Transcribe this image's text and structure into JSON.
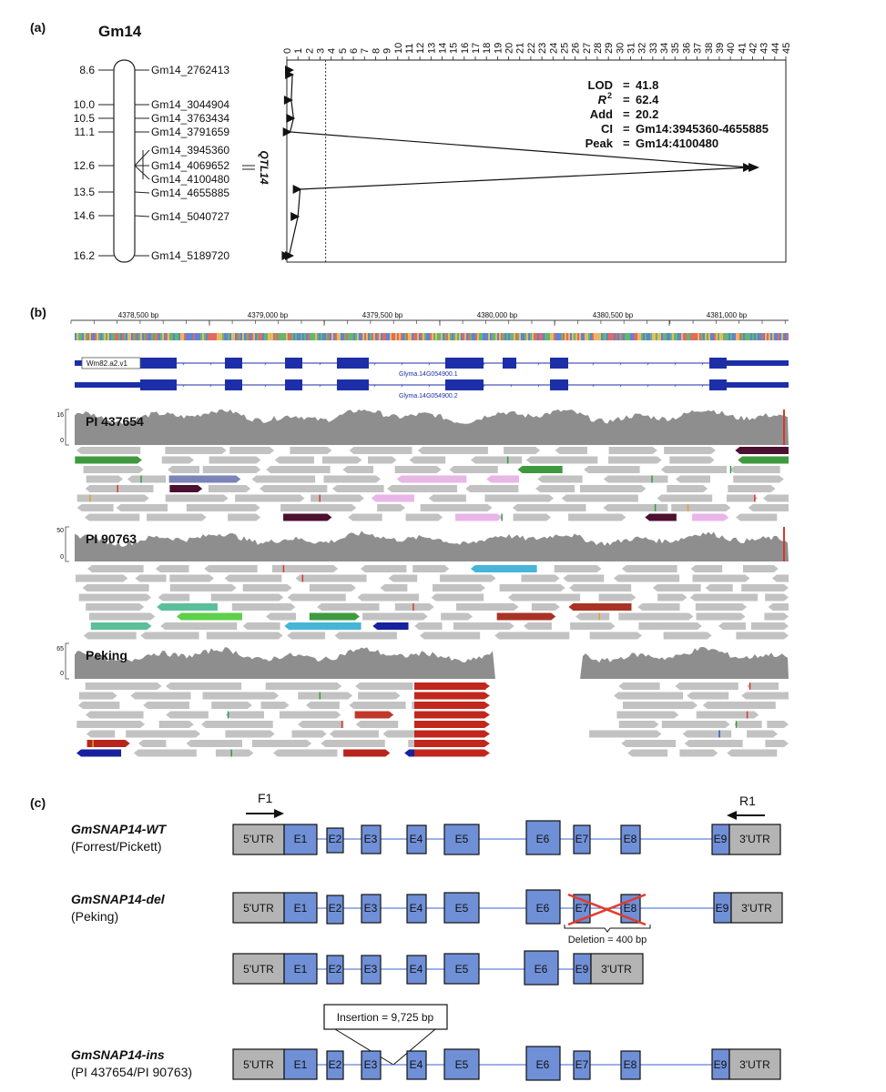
{
  "panel_a": {
    "label": "(a)",
    "chrom": "Gm14",
    "positions": [
      "8.6",
      "10.0",
      "10.5",
      "11.1",
      "12.6",
      "13.5",
      "14.6",
      "16.2"
    ],
    "markers": [
      "Gm14_2762413",
      "Gm14_3044904",
      "Gm14_3763434",
      "Gm14_3791659",
      "Gm14_3945360",
      "Gm14_4069652",
      "Gm14_4100480",
      "Gm14_4655885",
      "Gm14_5040727",
      "Gm14_5189720"
    ],
    "qtl": "QTL14",
    "ticks": [
      "0",
      "1",
      "2",
      "3",
      "4",
      "5",
      "6",
      "7",
      "8",
      "9",
      "10",
      "11",
      "12",
      "13",
      "14",
      "15",
      "16",
      "17",
      "18",
      "19",
      "20",
      "21",
      "22",
      "23",
      "24",
      "25",
      "26",
      "27",
      "28",
      "29",
      "30",
      "31",
      "32",
      "33",
      "34",
      "35",
      "36",
      "37",
      "38",
      "39",
      "40",
      "41",
      "42",
      "43",
      "44",
      "45"
    ],
    "stats": [
      {
        "k": "LOD",
        "v": "41.8"
      },
      {
        "k": "R",
        "sup": "2",
        "v": "62.4"
      },
      {
        "k": "Add",
        "v": "20.2"
      },
      {
        "k": "CI",
        "v": "Gm14:3945360-4655885"
      },
      {
        "k": "Peak",
        "v": "Gm14:4100480"
      }
    ],
    "eq": "=",
    "lod_profile": [
      0.5,
      0.4,
      0.6,
      0.3,
      0.2,
      41.8,
      1.2,
      1.0,
      0.4,
      0.2
    ],
    "threshold": 3.5
  },
  "panel_b": {
    "label": "(b)",
    "ruler": [
      "4378,500 bp",
      "4379,000 bp",
      "4379,500 bp",
      "4380,000 bp",
      "4380,500 bp",
      "4381,000 bp"
    ],
    "ref": "Wm82.a2.v1",
    "transcripts": [
      "Glyma.14G054900.1",
      "Glyma.14G054900.2"
    ],
    "samples": [
      {
        "name": "PI 437654",
        "max": "16",
        "min": "0"
      },
      {
        "name": "PI 90763",
        "max": "50",
        "min": "0"
      },
      {
        "name": "Peking",
        "max": "65",
        "min": "0"
      }
    ]
  },
  "panel_c": {
    "label": "(c)",
    "primer_f": "F1",
    "primer_r": "R1",
    "wt_name": "GmSNAP14-WT",
    "wt_sub": "(Forrest/Pickett)",
    "del_name": "GmSNAP14-del",
    "del_sub": "(Peking)",
    "ins_name": "GmSNAP14-ins",
    "ins_sub": "(PI 437654/PI 90763)",
    "utr5": "5'UTR",
    "utr3": "3'UTR",
    "exons": [
      "E1",
      "E2",
      "E3",
      "E4",
      "E5",
      "E6",
      "E7",
      "E8",
      "E9"
    ],
    "deletion": "Deletion = 400 bp",
    "insertion": "Insertion = 9,725 bp",
    "colors": {
      "exon": "#6f8fd6",
      "utr": "#b4b4b4",
      "x": "#e23b2e",
      "line": "#3b63d0"
    }
  }
}
